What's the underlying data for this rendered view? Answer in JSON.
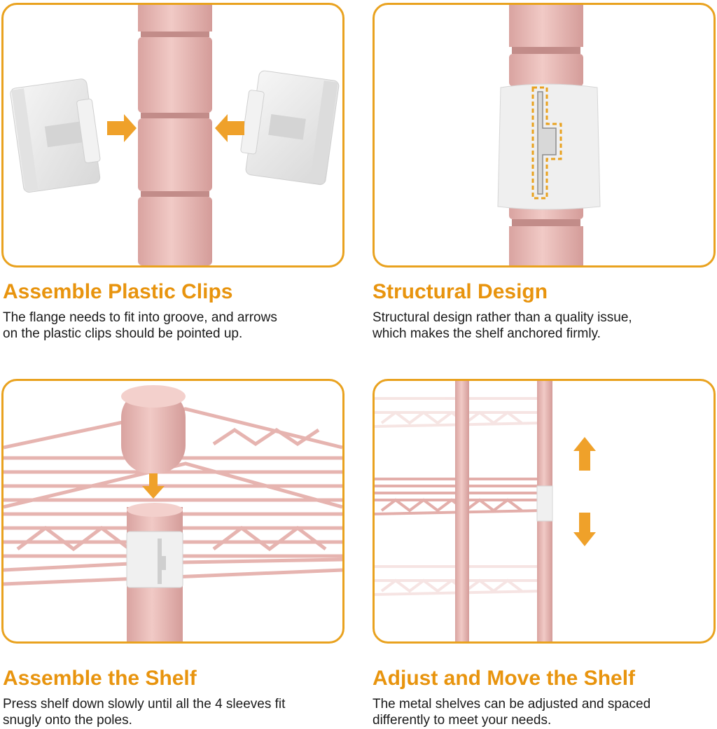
{
  "theme": {
    "accent": "#e9a21f",
    "title_color": "#e8940e",
    "pink_pole": "#e9b9b6",
    "pink_shelf": "#edc2be",
    "clip_white": "#ececec"
  },
  "panels": [
    {
      "title": "Assemble Plastic Clips",
      "description": "The flange needs to fit into groove, and arrows\non the plastic clips should be pointed up."
    },
    {
      "title": "Structural Design",
      "description": "Structural design rather than a quality issue,\nwhich makes the shelf anchored firmly."
    },
    {
      "title": "Assemble the Shelf",
      "description": "Press shelf down slowly until all the 4 sleeves fit\nsnugly onto the poles."
    },
    {
      "title": "Adjust and Move the Shelf",
      "description": "The metal shelves can be adjusted and spaced\ndifferently to meet your needs."
    }
  ]
}
